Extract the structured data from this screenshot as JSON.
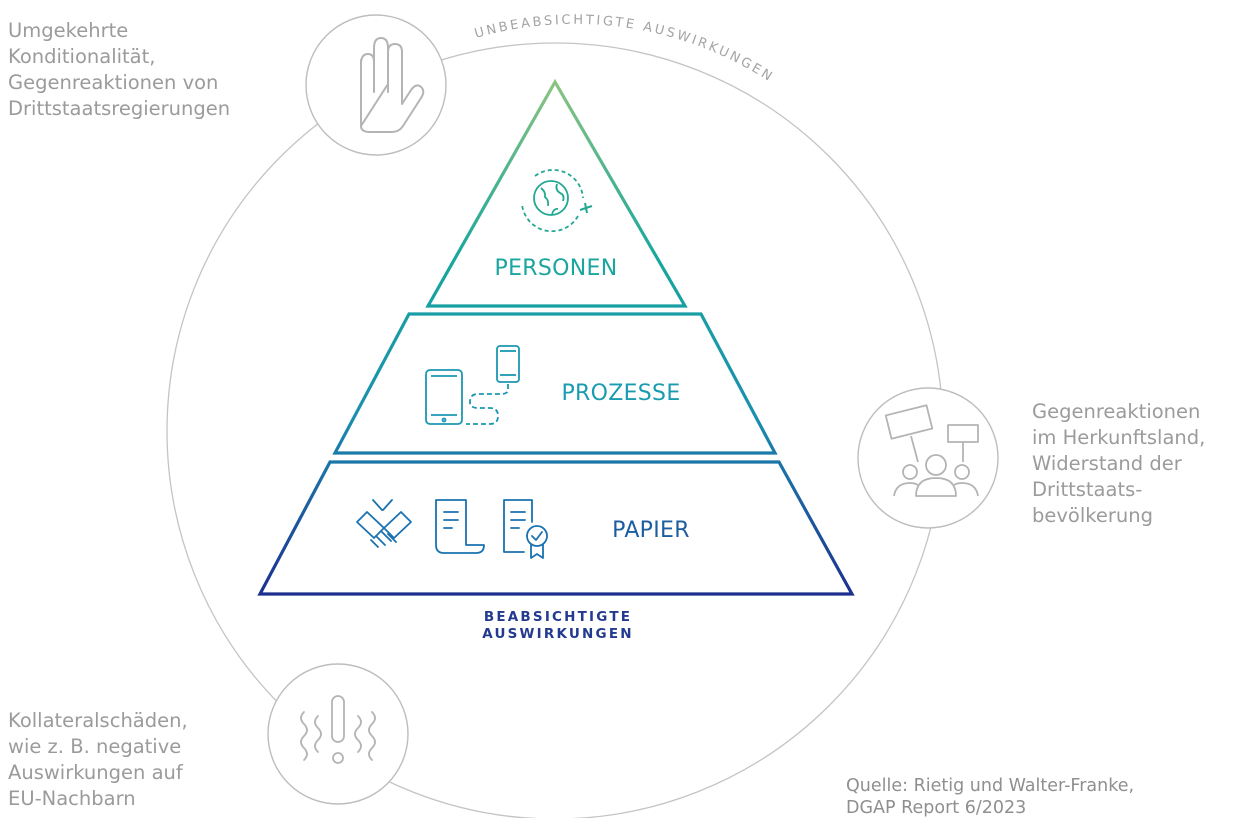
{
  "arc_label": "UNBEABSICHTIGTE AUSWIRKUNGEN",
  "intended_label": {
    "line1": "BEABSICHTIGTE",
    "line2": "AUSWIRKUNGEN"
  },
  "pyramid_levels": [
    {
      "label": "PERSONEN",
      "icon": "globe-plane-icon",
      "color": "#1aa59e"
    },
    {
      "label": "PROZESSE",
      "icon": "devices-path-icon",
      "color": "#1b9bb0"
    },
    {
      "label": "PAPIER",
      "icon": "documents-handshake-icon",
      "color": "#1d5ea0"
    }
  ],
  "notes": {
    "top_left": {
      "icon": "raised-hand-icon",
      "lines": [
        "Umgekehrte",
        "Konditionalität,",
        "Gegenreaktionen von",
        "Drittstaatsregierungen"
      ]
    },
    "right": {
      "icon": "protest-crowd-icon",
      "lines": [
        "Gegenreaktionen",
        "im Herkunftsland,",
        "Widerstand der",
        "Drittstaats-",
        "bevölkerung"
      ]
    },
    "bottom_left": {
      "icon": "warning-exclamation-icon",
      "lines": [
        "Kollateralschäden,",
        "wie z. B. negative",
        "Auswirkungen auf",
        "EU-Nachbarn"
      ]
    }
  },
  "source": {
    "line1": "Quelle: Rietig und Walter-Franke,",
    "line2": "DGAP Report 6/2023"
  },
  "colors": {
    "gray": "#b4b4b4",
    "teal": "#1aa59e",
    "navy": "#233a8f",
    "green": "#8cc47f"
  }
}
